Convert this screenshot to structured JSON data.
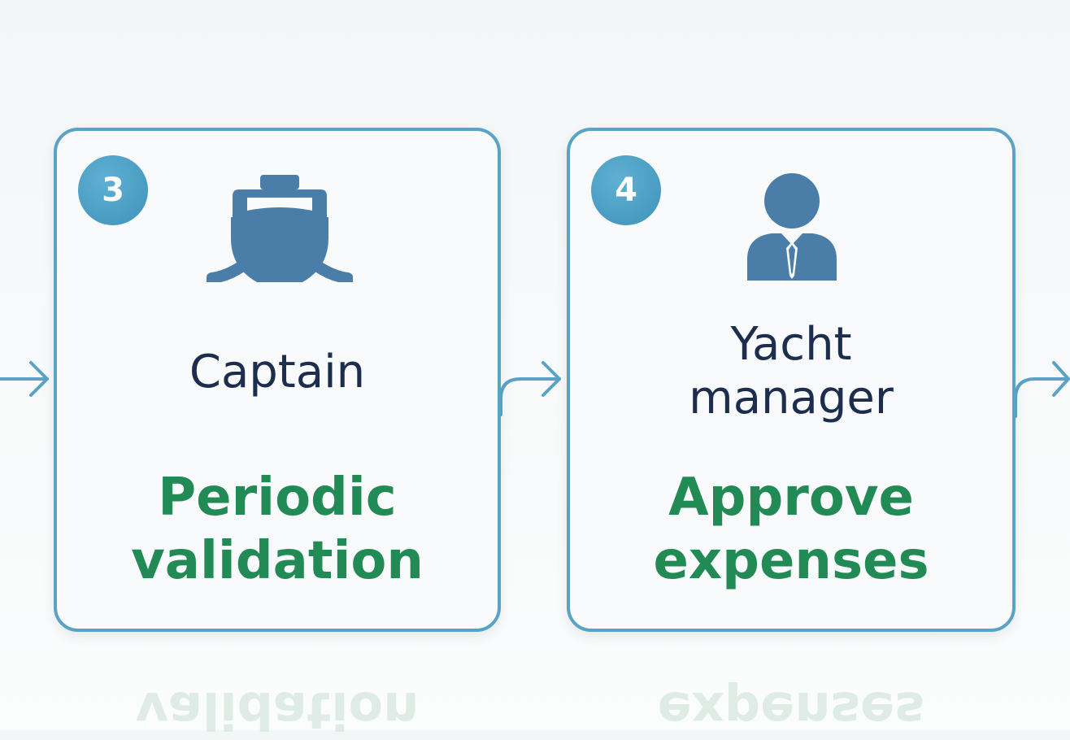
{
  "steps": [
    {
      "number": "3",
      "icon": "ship-icon",
      "role": "Captain",
      "action": [
        "Periodic",
        "validation"
      ]
    },
    {
      "number": "4",
      "icon": "manager-person-icon",
      "role": [
        "Yacht",
        "manager"
      ],
      "action": [
        "Approve",
        "expenses"
      ]
    }
  ],
  "reflections": {
    "step3": "validation",
    "step4": "expenses"
  },
  "colors": {
    "card_border": "#5ba3c4",
    "badge": "#3f92b9",
    "icon": "#4a7ea8",
    "role_text": "#1c2d4d",
    "action_text": "#228a54"
  }
}
